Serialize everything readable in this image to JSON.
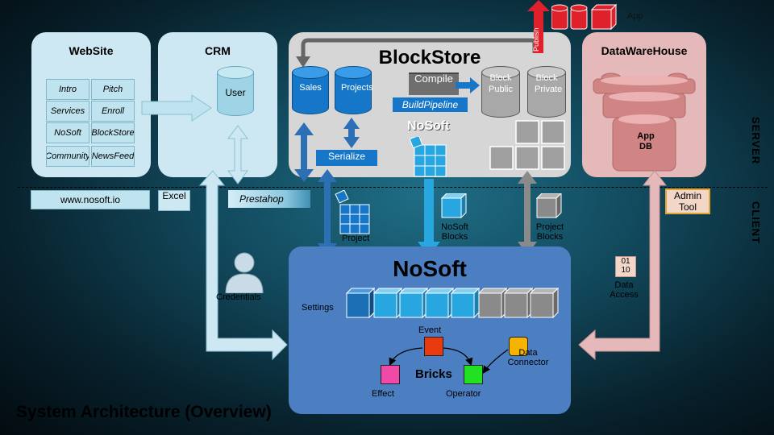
{
  "website": {
    "title": "WebSite",
    "items": [
      "Intro",
      "Pitch",
      "Services",
      "Enroll",
      "NoSoft",
      "BlockStore",
      "Community",
      "NewsFeed"
    ],
    "url": "www.nosoft.io"
  },
  "crm": {
    "title": "CRM",
    "db": "User",
    "excel": "Excel",
    "prestashop": "Prestahop"
  },
  "blockstore": {
    "title": "BlockStore",
    "sales": "Sales",
    "projects": "Projects",
    "compile": "Compile",
    "build_pipeline": "BuildPipeline",
    "block_public": "Block Public",
    "block_private": "Block Private",
    "nosoft": "NoSoft",
    "serialize": "Serialize"
  },
  "top": {
    "publish": "Publish",
    "app": "App"
  },
  "datawarehouse": {
    "title": "DataWareHouse",
    "db": "App DB",
    "admin_tool": "Admin Tool"
  },
  "labels": {
    "server": "SERVER",
    "client": "CLIENT",
    "project": "Project",
    "nosoft_blocks": "NoSoft Blocks",
    "project_blocks": "Project Blocks",
    "credentials": "Credentials",
    "data_access": "Data Access",
    "data_access_icon": "01 10"
  },
  "nosoft_client": {
    "title": "NoSoft",
    "settings": "Settings",
    "event": "Event",
    "effect": "Effect",
    "bricks": "Bricks",
    "operator": "Operator",
    "data_connector": "Data Connector"
  },
  "footer": {
    "title": "System Architecture (Overview)"
  },
  "colors": {
    "website_panel": "#cde8f2",
    "blockstore_panel": "#d6d6d6",
    "dwh_panel": "#e5b9b9",
    "client_panel": "#4c7fc2",
    "arrow_blue": "#2d6fb5"
  }
}
